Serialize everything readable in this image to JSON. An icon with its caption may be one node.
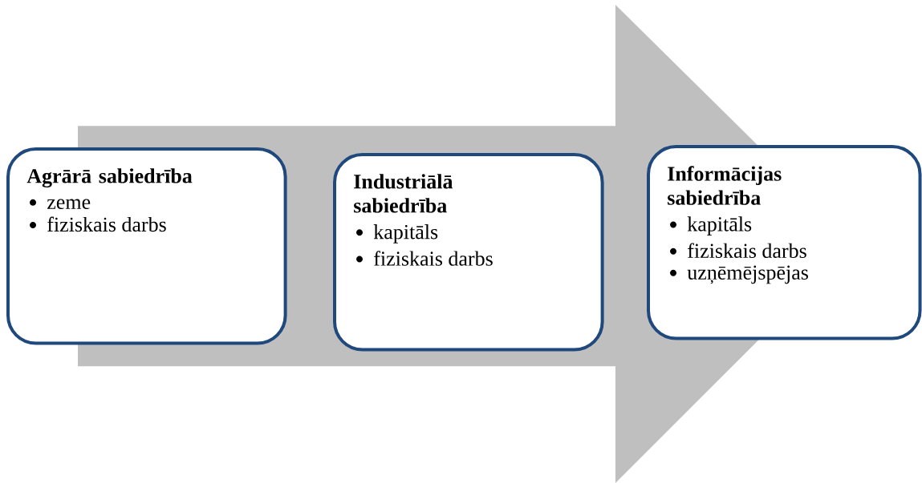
{
  "diagram": {
    "nodes": [
      {
        "text": [
          "Agrārā sabiedrība",
          "zeme",
          "fiziskais darbs"
        ]
      },
      {
        "text": [
          "Industriālā sabiedrība",
          "kapitāls",
          "fiziskais darbs"
        ]
      },
      {
        "text": [
          "Informācijas sabiedrība",
          "kapitāls",
          "fiziskais darbs",
          "uzņēmējspējas"
        ]
      }
    ],
    "edges": [
      {
        "from": 0,
        "to": 2,
        "arrow": "to"
      }
    ]
  }
}
